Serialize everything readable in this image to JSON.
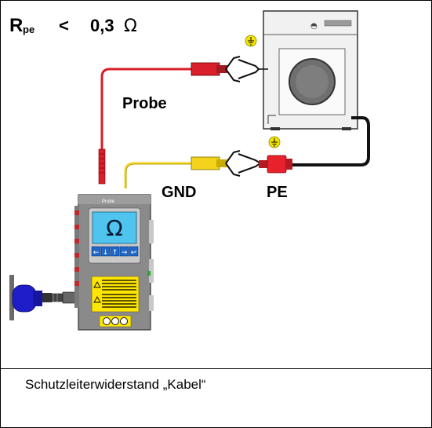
{
  "formula": {
    "symbol": "R",
    "subscript": "pe",
    "operator": "<",
    "value": "0,3",
    "unit": "Ω"
  },
  "labels": {
    "probe": "Probe",
    "gnd": "GND",
    "pe": "PE"
  },
  "device": {
    "top_label": "Probe",
    "display_symbol": "Ω",
    "buttons": [
      "←",
      "↓",
      "↑",
      "→",
      "↩"
    ]
  },
  "caption": "Schutzleiterwiderstand „Kabel“",
  "colors": {
    "probe_lead": "#d81f2a",
    "gnd_lead": "#f3d31c",
    "pe_plug": "#e8222d",
    "mains_plug": "#1e1ec8",
    "display": "#4fc4ee",
    "warning": "#ffe600",
    "appliance": "#f1f1f1",
    "ground_symbol": "#f5e400"
  }
}
